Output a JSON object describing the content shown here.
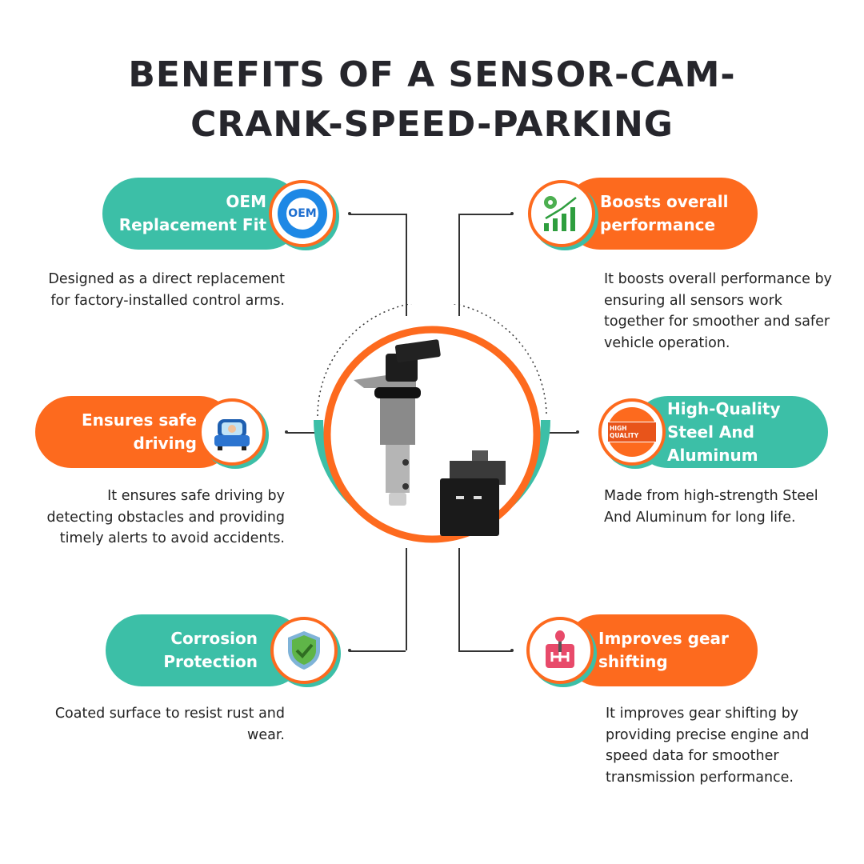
{
  "title": {
    "line1": "BENEFITS OF A SENSOR-CAM-",
    "line2": "CRANK-SPEED-PARKING"
  },
  "benefits": [
    {
      "title1": "OEM",
      "title2": "Replacement Fit",
      "icon": "oem-badge-icon",
      "icon_text": "OEM",
      "desc": "Designed as a direct replacement for factory-installed control arms."
    },
    {
      "title1": "Boosts overall",
      "title2": "performance",
      "icon": "growth-chart-gear-icon",
      "desc": "It boosts overall performance by ensuring all sensors work together for smoother and safer vehicle operation."
    },
    {
      "title1": "Ensures safe",
      "title2": "driving",
      "icon": "driver-car-icon",
      "desc": "It ensures safe driving by detecting obstacles and providing timely alerts to avoid accidents."
    },
    {
      "title1": "High-Quality",
      "title2": "Steel And",
      "title3": "Aluminum",
      "icon": "high-quality-badge-icon",
      "icon_text": "HIGH QUALITY",
      "desc": "Made from high-strength Steel And Aluminum for long life."
    },
    {
      "title1": "Corrosion",
      "title2": "Protection",
      "icon": "shield-check-icon",
      "desc": "Coated surface to resist rust and wear."
    },
    {
      "title1": "Improves gear",
      "title2": "shifting",
      "icon": "gear-shifter-icon",
      "desc": "It improves gear shifting by providing precise engine and speed data for smoother transmission performance."
    }
  ],
  "colors": {
    "teal": "#3cbfa7",
    "orange": "#fd6a1e",
    "title": "#26262c"
  }
}
